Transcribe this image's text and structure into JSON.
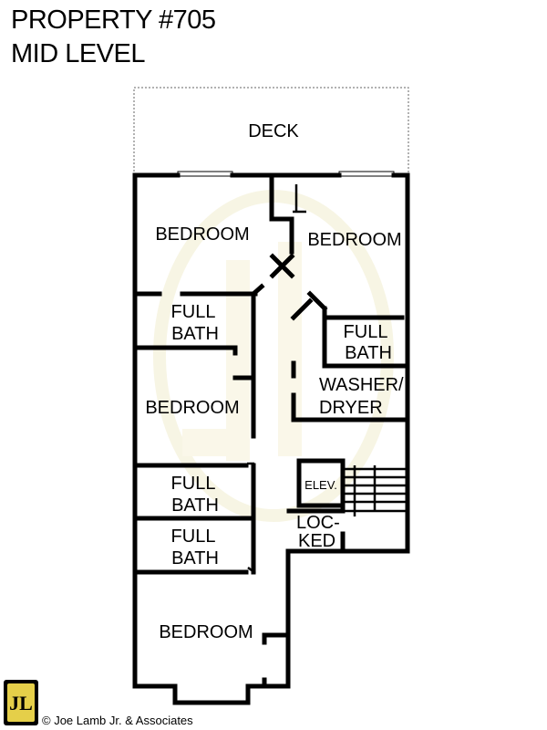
{
  "header": {
    "title_line1": "PROPERTY #705",
    "title_line2": "MID LEVEL"
  },
  "rooms": {
    "deck": "DECK",
    "bedroom_top_left": "BEDROOM",
    "bedroom_top_right": "BEDROOM",
    "full_bath_1": [
      "FULL",
      "BATH"
    ],
    "full_bath_right": [
      "FULL",
      "BATH"
    ],
    "bedroom_mid": "BEDROOM",
    "washer_dryer": [
      "WASHER/",
      "DRYER"
    ],
    "full_bath_2": [
      "FULL",
      "BATH"
    ],
    "elevator": "ELEV.",
    "locked": [
      "LOC-",
      "KED"
    ],
    "full_bath_3": [
      "FULL",
      "BATH"
    ],
    "bedroom_bottom": "BEDROOM"
  },
  "footer": {
    "logo_text": "JL",
    "copyright": "© Joe Lamb Jr. & Associates"
  },
  "colors": {
    "walls": "#000000",
    "logo_gold": "#e5cf49",
    "watermark": "#f4f1d6"
  }
}
